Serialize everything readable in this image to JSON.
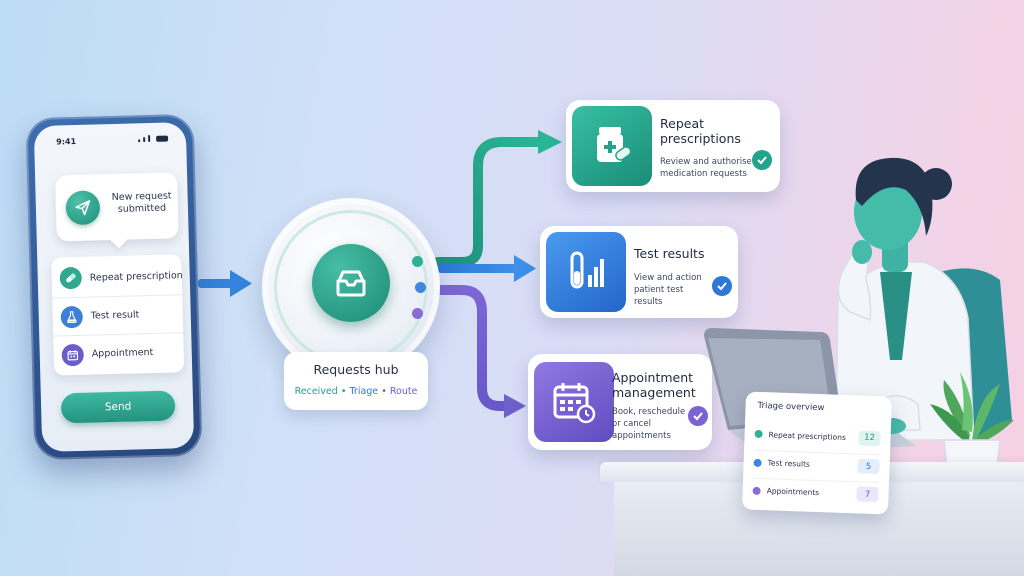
{
  "phone": {
    "time": "9:41",
    "notification": "New request submitted",
    "requests": [
      {
        "label": "Repeat prescription",
        "icon": "pill-icon",
        "color": "#2fa88f"
      },
      {
        "label": "Test result",
        "icon": "flask-icon",
        "color": "#3d7fd6"
      },
      {
        "label": "Appointment",
        "icon": "calendar-icon",
        "color": "#6a5cc9"
      }
    ],
    "send_label": "Send"
  },
  "hub": {
    "title": "Requests hub",
    "steps": [
      "Received",
      "Triage",
      "Route"
    ],
    "separator": "•"
  },
  "destinations": [
    {
      "title": "Repeat prescriptions",
      "description": "Review and authorise medication requests",
      "icon": "medicine-bottle-icon",
      "color": "#22a38b"
    },
    {
      "title": "Test results",
      "description": "View and action patient test results",
      "icon": "test-tube-chart-icon",
      "color": "#2f78da"
    },
    {
      "title": "Appointment management",
      "description": "Book, reschedule or cancel appointments",
      "icon": "calendar-clock-icon",
      "color": "#7a64d4"
    }
  ],
  "triage": {
    "title": "Triage overview",
    "rows": [
      {
        "label": "Repeat prescriptions",
        "count": "12",
        "color": "#2fb096"
      },
      {
        "label": "Test results",
        "count": "5",
        "color": "#3f86dc"
      },
      {
        "label": "Appointments",
        "count": "7",
        "color": "#8a6bd6"
      }
    ]
  }
}
